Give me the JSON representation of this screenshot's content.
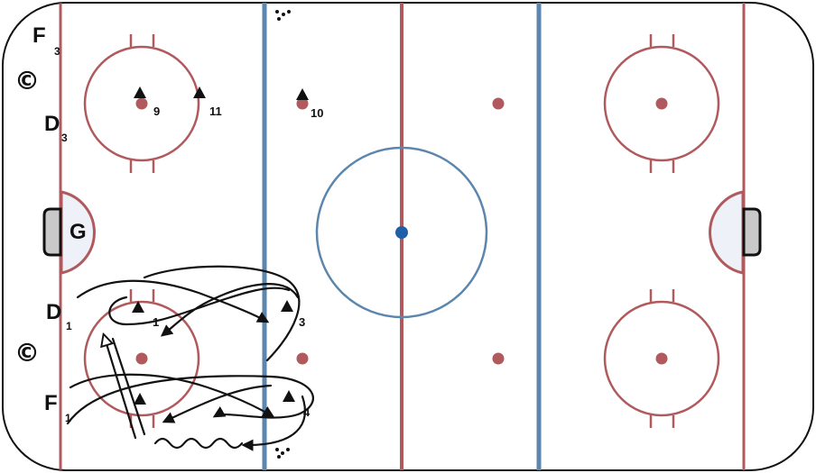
{
  "colors": {
    "red_line": "#b05a5e",
    "blue_line": "#5b86ad",
    "faceoff_dot": "#b05a5e",
    "center_dot": "#1f5fa8",
    "crease_fill": "#eef2f8",
    "net_fill": "#c9c9c9",
    "ink": "#111111"
  },
  "icons": [
    "player-triangle-icon",
    "puck-cluster-icon",
    "captain-c-icon",
    "skate-path-arrow",
    "pass-arrow",
    "stickhandle-wave-arrow"
  ],
  "goalie": {
    "label": "G"
  },
  "left_side_labels": {
    "top_forward": {
      "letter": "F",
      "number": "3"
    },
    "top_defense": {
      "letter": "D",
      "number": "3"
    },
    "bottom_defense": {
      "letter": "D",
      "number": "1"
    },
    "bottom_forward": {
      "letter": "F",
      "number": "1"
    },
    "captain_mark": "©"
  },
  "players": [
    {
      "id": "9",
      "label": "9"
    },
    {
      "id": "11",
      "label": "11"
    },
    {
      "id": "10",
      "label": "10"
    },
    {
      "id": "1",
      "label": "1"
    },
    {
      "id": "3",
      "label": "3"
    },
    {
      "id": "4",
      "label": "4"
    },
    {
      "id": "unlabeled-f1",
      "label": ""
    }
  ]
}
